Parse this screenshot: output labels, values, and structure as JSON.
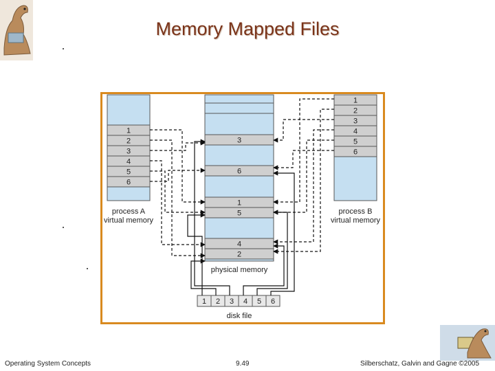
{
  "slide": {
    "title": "Memory Mapped Files",
    "footer_left": "Operating System Concepts",
    "footer_center": "9.49",
    "footer_right": "Silberschatz, Galvin and Gagne ©2005"
  },
  "diagram": {
    "process_a": {
      "label_line1": "process A",
      "label_line2": "virtual memory",
      "pages": [
        "1",
        "2",
        "3",
        "4",
        "5",
        "6"
      ]
    },
    "process_b": {
      "label_line1": "process B",
      "label_line2": "virtual memory",
      "pages": [
        "1",
        "2",
        "3",
        "4",
        "5",
        "6"
      ]
    },
    "physical_memory": {
      "label": "physical memory",
      "frames": [
        "3",
        "6",
        "1",
        "5",
        "4",
        "2"
      ]
    },
    "disk_file": {
      "label": "disk file",
      "blocks": [
        "1",
        "2",
        "3",
        "4",
        "5",
        "6"
      ]
    },
    "colors": {
      "frame_border": "#d98a1f",
      "memory_fill": "#c5dff1",
      "page_fill": "#cfcfcf",
      "title": "#7a3319"
    }
  }
}
